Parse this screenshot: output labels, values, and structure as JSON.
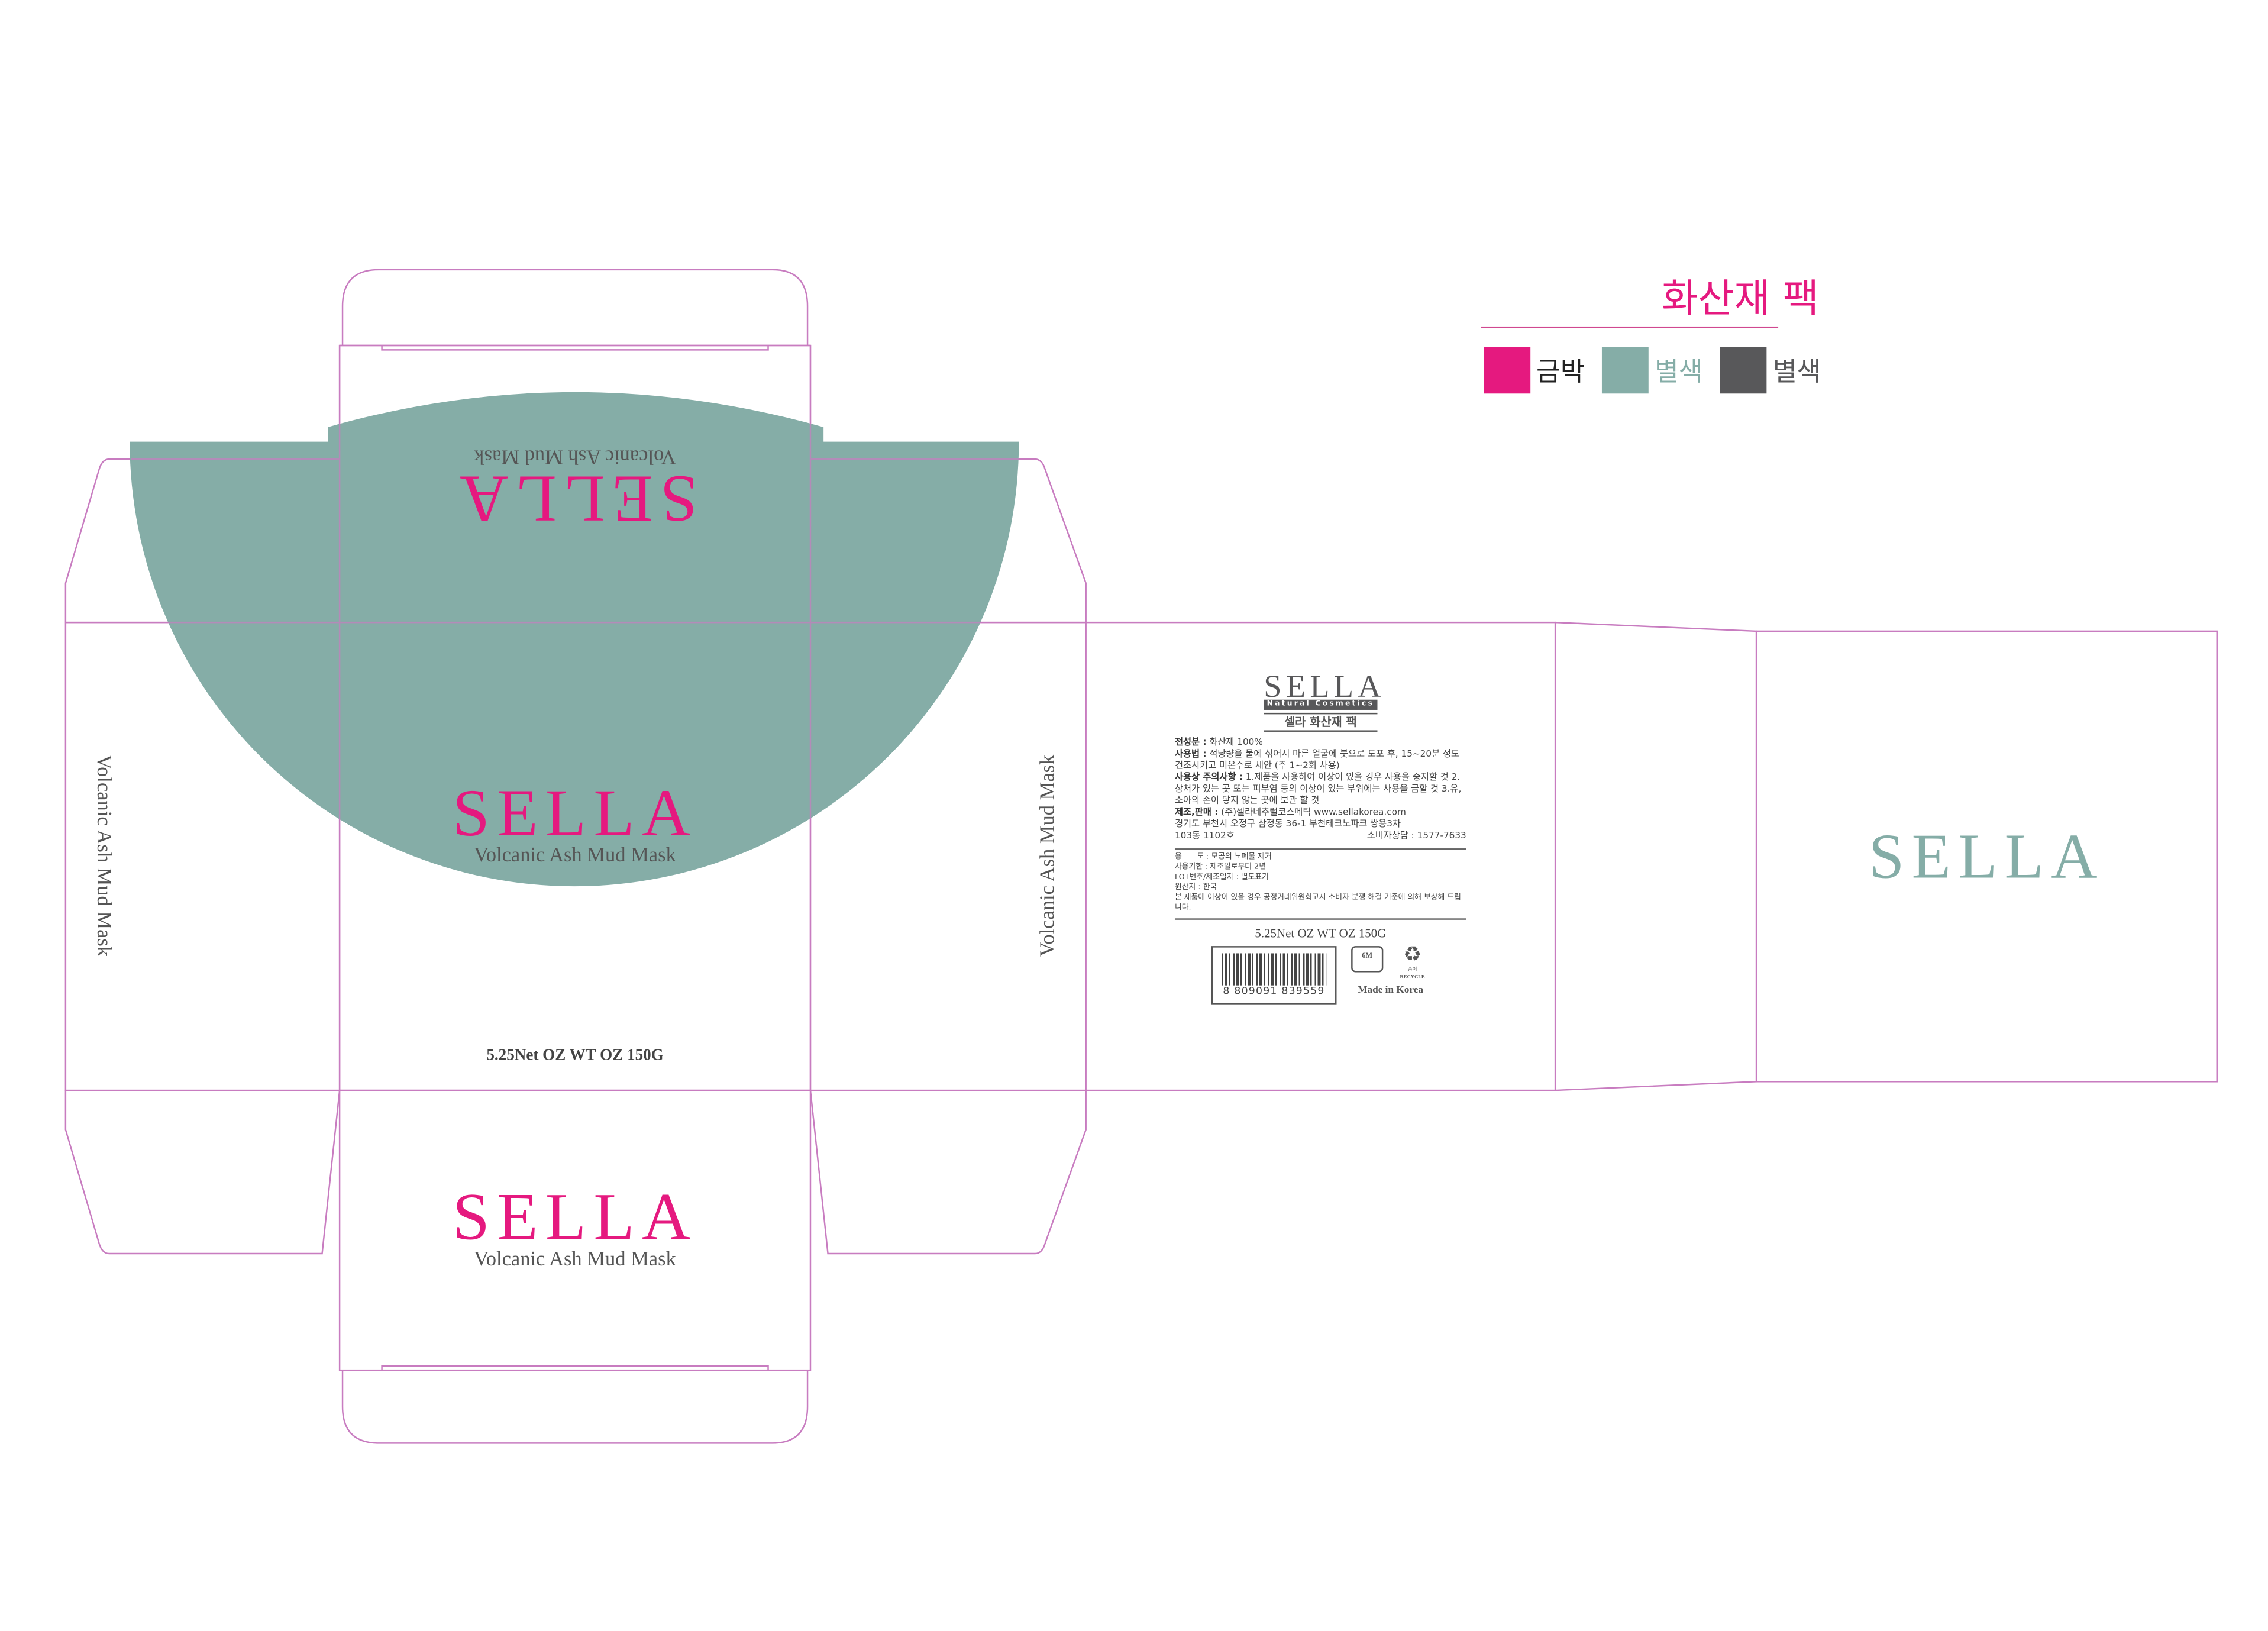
{
  "colors": {
    "pink": "#e5197f",
    "teal": "#85ada7",
    "gray": "#58585a",
    "dieline": "#c060b0"
  },
  "header": {
    "title": "화산재 팩",
    "legend": [
      {
        "label": "금박",
        "color": "#e5197f"
      },
      {
        "label": "별색",
        "color": "#85ada7"
      },
      {
        "label": "별색",
        "color": "#58585a"
      }
    ]
  },
  "brand": "SELLA",
  "product": "Volcanic Ash Mud Mask",
  "net_weight": "5.25Net OZ WT OZ 150G",
  "back_panel": {
    "logo_main": "SELLA",
    "logo_sub": "Natural Cosmetics",
    "product_ko": "셀라 화산재 팩",
    "ingredients_label": "전성분 :",
    "ingredients": "화산재 100%",
    "usage_label": "사용법 :",
    "usage": "적당량을 물에 섞어서 마른 얼굴에 붓으로 도포 후, 15~20분 정도 건조시키고 미온수로 세안 (주 1~2회 사용)",
    "caution_label": "사용상 주의사항 :",
    "caution": "1.제품을 사용하여 이상이 있을 경우 사용을 중지할 것 2.상처가 있는 곳 또는 피부염 등의 이상이 있는 부위에는 사용을 금할 것 3.유, 소아의 손이 닿지 않는 곳에 보관 할 것",
    "maker_label": "제조,판매 :",
    "maker": "(주)셀라네추럴코스메틱 www.sellakorea.com",
    "address": "경기도 부천시 오정구 삼정동 36-1 부천테크노파크 쌍용3차",
    "address2": "103동 1102호",
    "consult": "소비자상담 : 1577-7633",
    "purpose": "용　　도 : 모공의 노폐물 제거",
    "expiry": "사용기한 : 제조일로부터 2년",
    "lot": "LOT번호/제조일자 : 별도표기",
    "origin": "원산지 : 한국",
    "notice": "본 제품에 이상이 있을 경우 공정거래위원회고시 소비자 분쟁 해결 기준에 의해 보상해 드립니다.",
    "barcode": [
      "8",
      "809091",
      "839559"
    ],
    "pao": "6M",
    "recycle": "종이",
    "recycle_label": "RECYCLE",
    "made_in": "Made in Korea"
  }
}
